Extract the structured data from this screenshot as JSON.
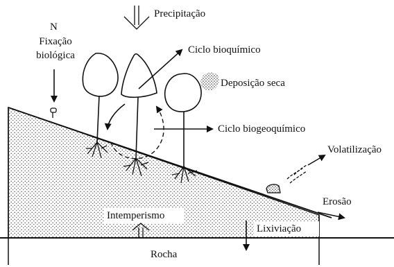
{
  "labels": {
    "precipitation": "Precipitação",
    "nitrogen": "N",
    "fixation_line1": "Fixação",
    "fixation_line2": "biológica",
    "biochemical_cycle": "Ciclo bioquímico",
    "dry_deposition": "Deposição seca",
    "biogeochemical_cycle": "Ciclo biogeoquímico",
    "volatilization": "Volatilização",
    "erosion": "Erosão",
    "weathering": "Intemperismo",
    "leaching": "Lixiviação",
    "rock": "Rocha"
  },
  "colors": {
    "stroke": "#111111",
    "soil_dots": "#555555",
    "background": "#ffffff"
  }
}
